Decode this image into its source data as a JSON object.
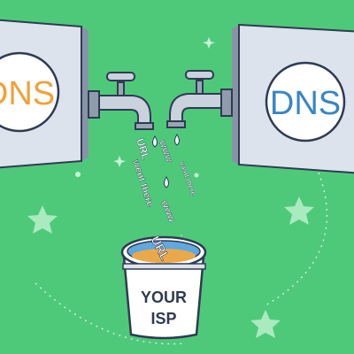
{
  "colors": {
    "background": "#4ec97a",
    "panel": "#dde3ec",
    "panel_shadow": "#8794a6",
    "outline": "#2f3b52",
    "dns_left": "#f0a23a",
    "dns_right": "#3a86c4",
    "liquid": "#e9a94a",
    "bucket_rim": "#5fa8e0"
  },
  "left_server": {
    "label": "DNS"
  },
  "right_server": {
    "label": "DNS"
  },
  "stream_left": {
    "word_1": "URL",
    "word_2": "went there"
  },
  "stream_right": {
    "word_1": "www",
    "word_2": "went there",
    "word_3": "www"
  },
  "bucket": {
    "floating_text": "URL",
    "line_1": "YOUR",
    "line_2": "ISP"
  },
  "icons": [
    "faucet-icon",
    "sparkle-star-icon",
    "droplet-icon"
  ]
}
